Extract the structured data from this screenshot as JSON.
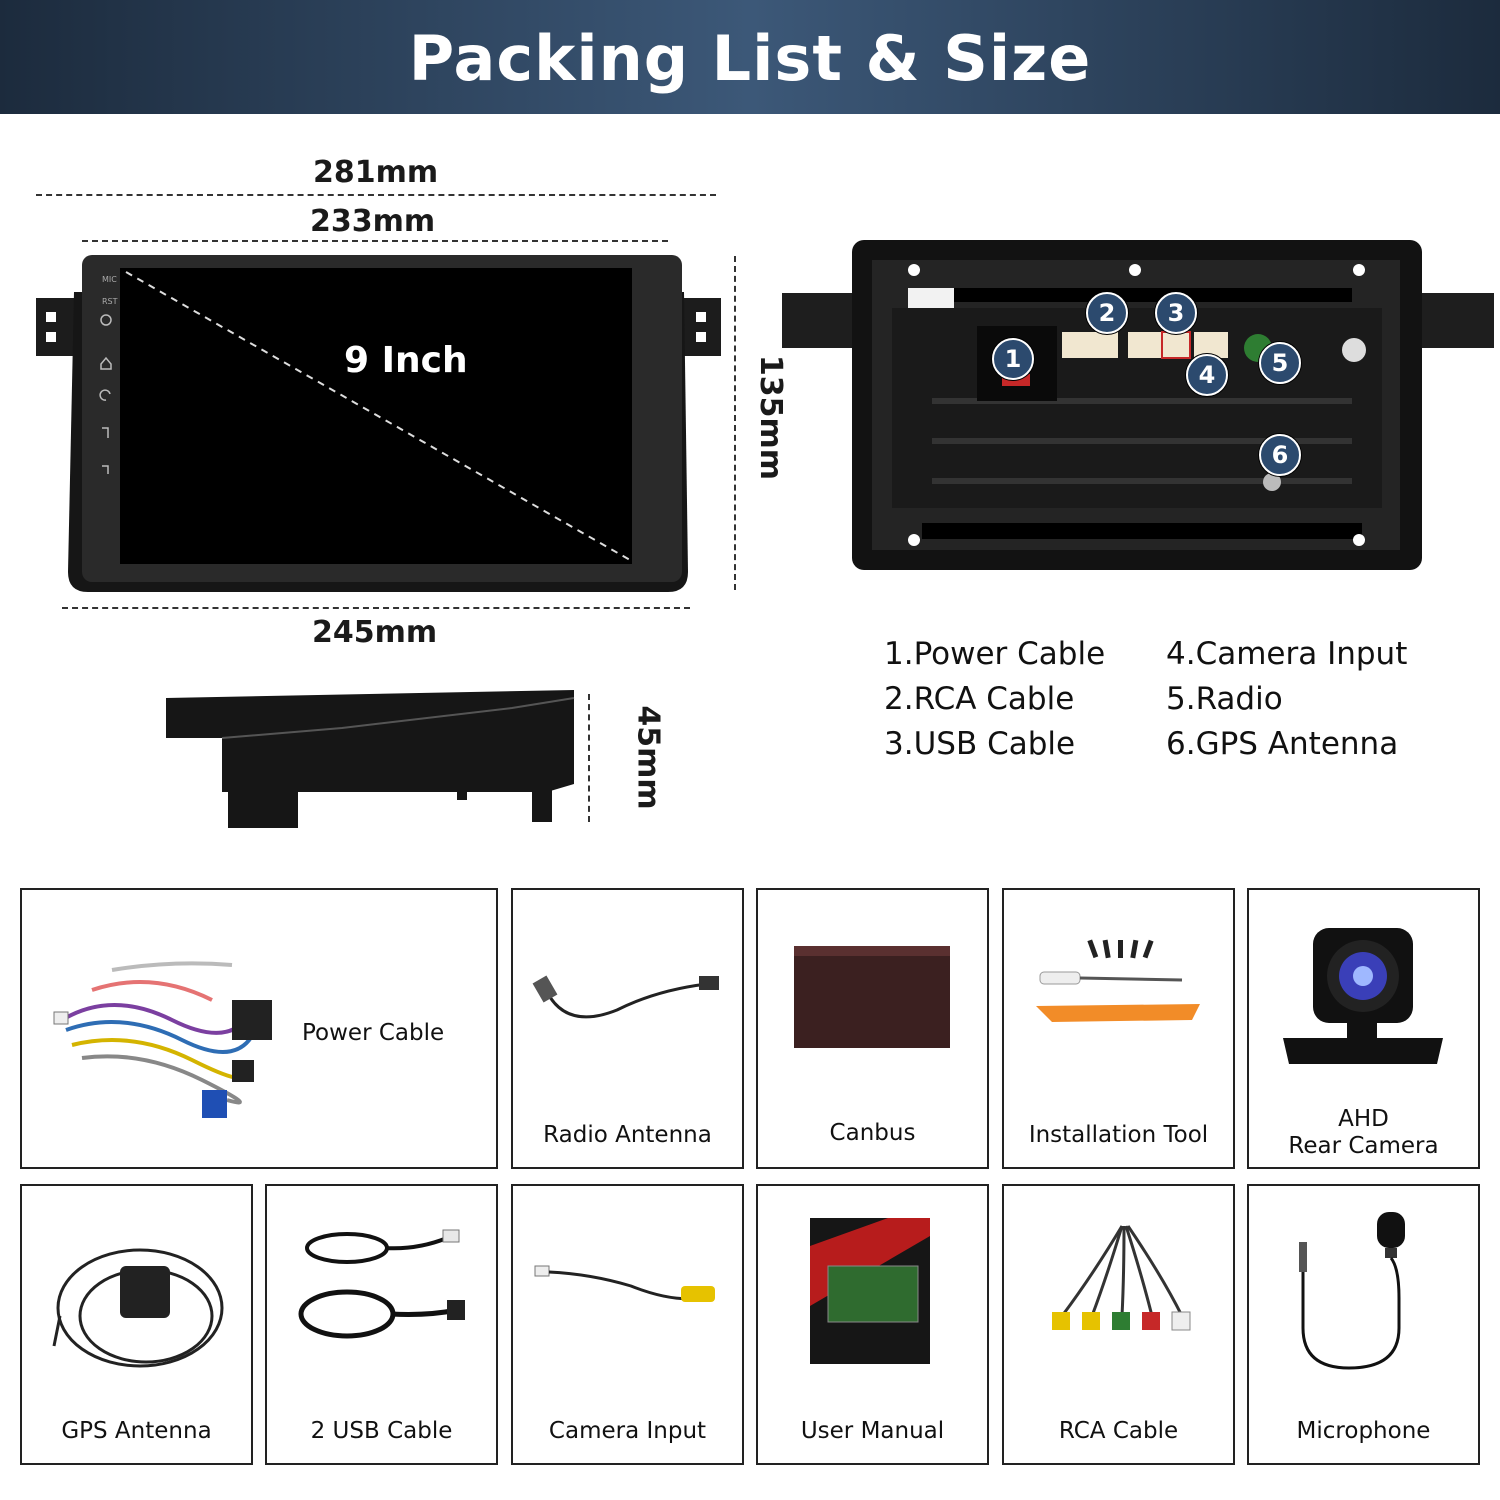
{
  "header": {
    "title": "Packing List & Size"
  },
  "dimensions": {
    "outer_width": "281mm",
    "screen_width": "233mm",
    "bottom_width": "245mm",
    "height": "135mm",
    "depth": "45mm",
    "screen_size": "9 Inch"
  },
  "ports": {
    "badges": [
      "1",
      "2",
      "3",
      "4",
      "5",
      "6"
    ],
    "legend": [
      "1.Power Cable",
      "2.RCA Cable",
      "3.USB Cable",
      "4.Camera Input",
      "5.Radio",
      "6.GPS Antenna"
    ]
  },
  "items": [
    {
      "label": "Power Cable",
      "icon": "power-cable-icon"
    },
    {
      "label": "Radio Antenna",
      "icon": "radio-antenna-icon"
    },
    {
      "label": "Canbus",
      "icon": "canbus-box-icon"
    },
    {
      "label": "Installation Tool",
      "icon": "installation-tool-icon"
    },
    {
      "label": "AHD\nRear Camera",
      "icon": "rear-camera-icon"
    },
    {
      "label": "GPS Antenna",
      "icon": "gps-antenna-icon"
    },
    {
      "label": "2 USB Cable",
      "icon": "usb-cable-icon"
    },
    {
      "label": "Camera Input",
      "icon": "camera-input-cable-icon"
    },
    {
      "label": "User Manual",
      "icon": "user-manual-icon"
    },
    {
      "label": "RCA Cable",
      "icon": "rca-cable-icon"
    },
    {
      "label": "Microphone",
      "icon": "microphone-icon"
    }
  ]
}
